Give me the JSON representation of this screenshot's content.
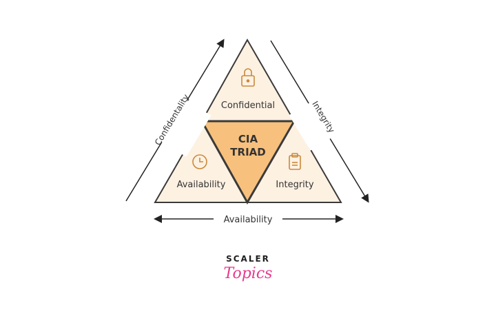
{
  "diagram": {
    "top_triangle": {
      "label": "Confidential",
      "icon": "lock-icon"
    },
    "left_triangle": {
      "label": "Availability",
      "icon": "clock-icon"
    },
    "right_triangle": {
      "label": "Integrity",
      "icon": "clipboard-icon"
    },
    "center_triangle": {
      "line1": "CIA",
      "line2": "TRIAD"
    },
    "left_arrow_label": "Confidentality",
    "right_arrow_label": "Integrity",
    "bottom_arrow_label": "Availability"
  },
  "logo": {
    "line1": "SCALER",
    "line2": "Topics"
  },
  "colors": {
    "outer_fill": "#fdf1e2",
    "center_fill": "#f7c07c",
    "stroke": "#3a3a3a",
    "icon": "#c98a3a",
    "logo_dark": "#1f1f1f",
    "logo_accent": "#e6398d"
  }
}
